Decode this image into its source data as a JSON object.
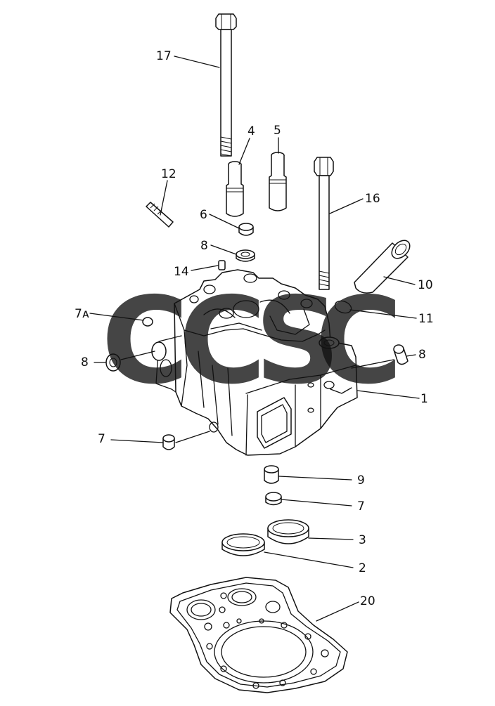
{
  "watermark": {
    "letters": [
      "C",
      "C",
      "S",
      "C"
    ],
    "colors": [
      "#4285F4",
      "#EA4335",
      "#FBBC05",
      "#34A853"
    ]
  },
  "callouts": [
    {
      "id": "c17",
      "text": "17"
    },
    {
      "id": "c4",
      "text": "4"
    },
    {
      "id": "c5",
      "text": "5"
    },
    {
      "id": "c12",
      "text": "12"
    },
    {
      "id": "c16",
      "text": "16"
    },
    {
      "id": "c6",
      "text": "6"
    },
    {
      "id": "c8a",
      "text": "8"
    },
    {
      "id": "c14",
      "text": "14"
    },
    {
      "id": "c10",
      "text": "10"
    },
    {
      "id": "c7a",
      "text": "7ᴀ"
    },
    {
      "id": "c11",
      "text": "11"
    },
    {
      "id": "c8b",
      "text": "8"
    },
    {
      "id": "c8c",
      "text": "8"
    },
    {
      "id": "c1",
      "text": "1"
    },
    {
      "id": "c7b",
      "text": "7"
    },
    {
      "id": "c9",
      "text": "9"
    },
    {
      "id": "c7c",
      "text": "7"
    },
    {
      "id": "c3",
      "text": "3"
    },
    {
      "id": "c2",
      "text": "2"
    },
    {
      "id": "c20",
      "text": "20"
    }
  ]
}
